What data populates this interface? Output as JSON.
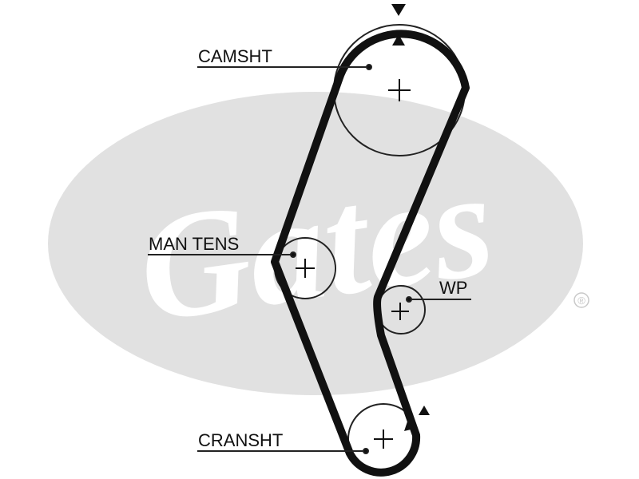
{
  "watermark": {
    "brand": "Gates",
    "registered_mark": "®",
    "color": "#e1e1e1"
  },
  "labels": {
    "camshaft": "CAMSHT",
    "man_tens": "MAN TENS",
    "water_pump": "WP",
    "crankshaft": "CRANSHT"
  },
  "colors": {
    "belt": "#111111",
    "line": "#222222"
  },
  "icons": [
    "timing-mark-triangle-icon",
    "center-cross-icon",
    "pointer-dot-icon"
  ]
}
